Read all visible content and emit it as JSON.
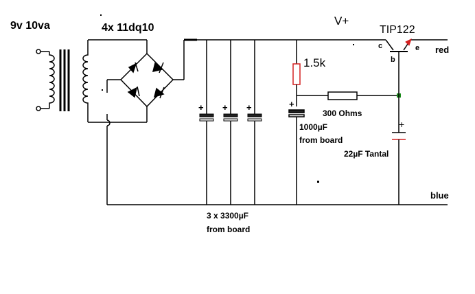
{
  "labels": {
    "transformer": "9v 10va",
    "bridge": "4x 11dq10",
    "vplus": "V+",
    "transistor": "TIP122",
    "pin_c": "c",
    "pin_b": "b",
    "pin_e": "e",
    "out_red": "red",
    "out_blue": "blue",
    "r_top": "1.5k",
    "r_series": "300 Ohms",
    "cap_main_1": "1000µF",
    "cap_main_2": "from board",
    "cap_tantal": "22µF Tantal",
    "caps_bank_1": "3 x 3300µF",
    "caps_bank_2": "from board",
    "plus": "+"
  },
  "colors": {
    "wire": "#000000",
    "resistor": "#d42020",
    "resistor_body": "#ffffff",
    "cap_plate": "#222222",
    "node": "#1a8a1a",
    "arrow": "#d42020"
  }
}
